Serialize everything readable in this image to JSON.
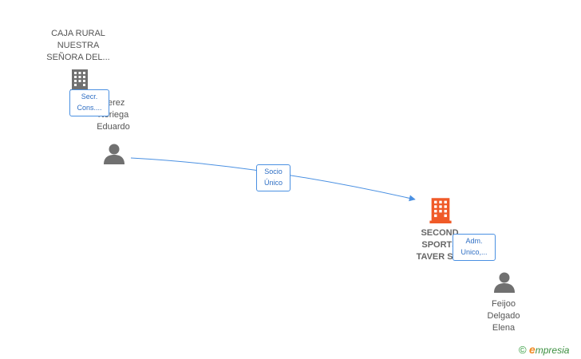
{
  "nodes": {
    "caja": {
      "lines": [
        "CAJA RURAL",
        "NUESTRA",
        "SEÑORA DEL..."
      ]
    },
    "perez": {
      "lines": [
        "Perez",
        "Noriega",
        "Eduardo"
      ]
    },
    "second": {
      "lines": [
        "SECOND",
        "SPORTS",
        "TAVER S.L."
      ]
    },
    "feijoo": {
      "lines": [
        "Feijoo",
        "Delgado",
        "Elena"
      ]
    }
  },
  "edges": {
    "socio": {
      "lines": [
        "Socio",
        "Único"
      ]
    },
    "secr": {
      "lines": [
        "Secr.",
        "Cons...."
      ]
    },
    "adm": {
      "lines": [
        "Adm.",
        "Unico,..."
      ]
    }
  },
  "brand": {
    "copyright": "©",
    "initial": "e",
    "name": "mpresia"
  },
  "colors": {
    "company_gray": "#707070",
    "company_orange": "#f05a28",
    "person": "#707070",
    "edge": "#4a90e2"
  }
}
